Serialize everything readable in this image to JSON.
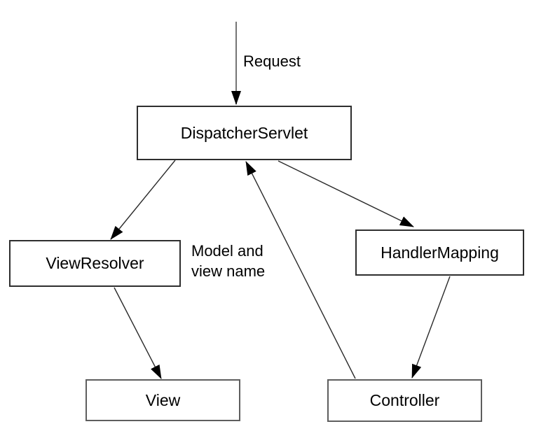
{
  "diagram": {
    "background": "#ffffff",
    "text_color": "#000000",
    "line_color": "#2a2a2a",
    "request_line_color": "#757575",
    "arrowhead_color": "#000000",
    "nodes": {
      "dispatcher_servlet": "DispatcherServlet",
      "view_resolver": "ViewResolver",
      "handler_mapping": "HandlerMapping",
      "view": "View",
      "controller": "Controller"
    },
    "labels": {
      "request": "Request",
      "model_and_view_name": "Model and\nview name"
    },
    "edges": [
      {
        "from": null,
        "to": "DispatcherServlet",
        "label": "Request"
      },
      {
        "from": "DispatcherServlet",
        "to": "ViewResolver",
        "label": ""
      },
      {
        "from": "DispatcherServlet",
        "to": "HandlerMapping",
        "label": ""
      },
      {
        "from": "Controller",
        "to": "DispatcherServlet",
        "label": "Model and view name"
      },
      {
        "from": "ViewResolver",
        "to": "View",
        "label": ""
      },
      {
        "from": "HandlerMapping",
        "to": "Controller",
        "label": ""
      }
    ]
  }
}
